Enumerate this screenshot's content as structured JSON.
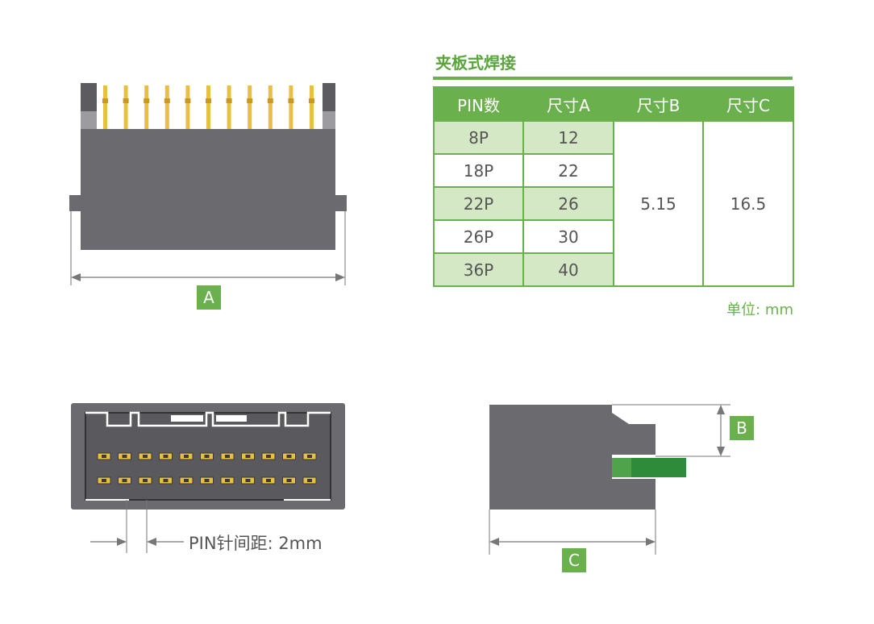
{
  "table": {
    "title": "夹板式焊接",
    "headers": [
      "PIN数",
      "尺寸A",
      "尺寸B",
      "尺寸C"
    ],
    "rows": [
      {
        "pins": "8P",
        "a": "12"
      },
      {
        "pins": "18P",
        "a": "22"
      },
      {
        "pins": "22P",
        "a": "26"
      },
      {
        "pins": "26P",
        "a": "30"
      },
      {
        "pins": "36P",
        "a": "40"
      }
    ],
    "b": "5.15",
    "c": "16.5",
    "unit_note": "单位: mm"
  },
  "labels": {
    "a": "A",
    "b": "B",
    "c": "C"
  },
  "pitch_label": "PIN针间距: 2mm",
  "colors": {
    "accent": "#6ab04c",
    "body": "#6b6a6e",
    "pin": "#e8c040",
    "pcb": "#2e8b3a"
  }
}
